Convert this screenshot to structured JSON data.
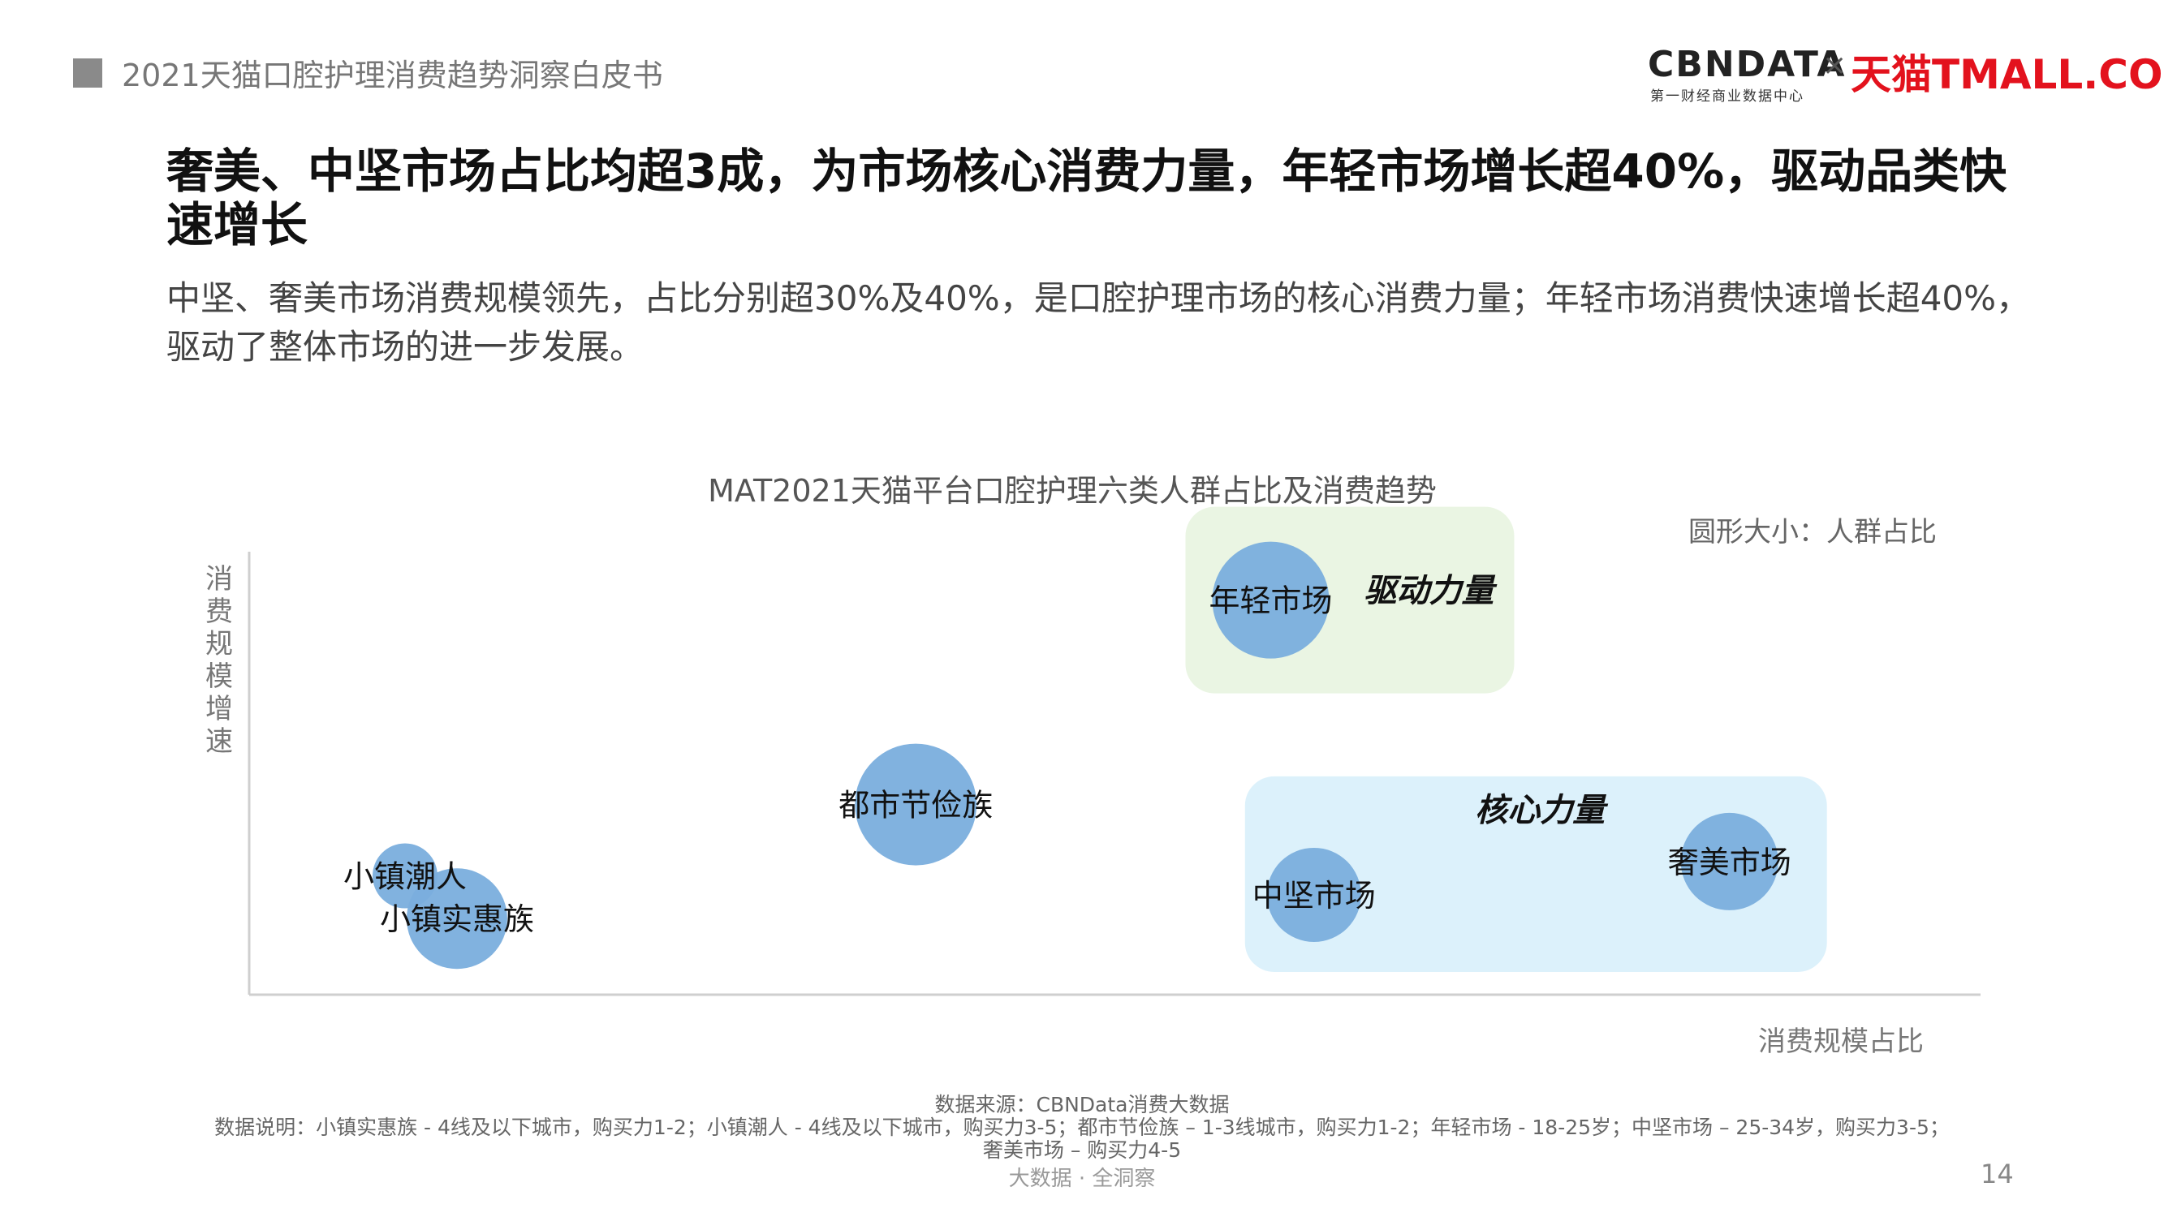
{
  "header": {
    "title": "2021天猫口腔护理消费趋势洞察白皮书",
    "logo_cbn": "CBNDATA",
    "logo_cbn_sub": "第一财经商业数据中心",
    "logo_x": "×",
    "logo_tmall": "天猫TMALL.COM"
  },
  "main_title": "奢美、中坚市场占比均超3成，为市场核心消费力量，年轻市场增长超40%，驱动品类快速增长",
  "subtitle": "中坚、奢美市场消费规模领先，占比分别超30%及40%，是口腔护理市场的核心消费力量；年轻市场消费快速增长超40%，驱动了整体市场的进一步发展。",
  "chart_data": {
    "type": "bubble",
    "title": "MAT2021天猫平台口腔护理六类人群占比及消费趋势",
    "size_note": "圆形大小：人群占比",
    "xlabel": "消费规模占比",
    "ylabel": "消费规模增速",
    "groups": [
      {
        "label": "驱动力量",
        "color": "#eaf5e3",
        "members": [
          "年轻市场"
        ]
      },
      {
        "label": "核心力量",
        "color": "#dcf1fb",
        "members": [
          "中坚市场",
          "奢美市场"
        ]
      }
    ],
    "bubble_color": "#7aaedd",
    "series": [
      {
        "name": "小镇潮人",
        "x": 0.09,
        "y": 0.25
      },
      {
        "name": "小镇实惠族",
        "x": 0.12,
        "y": 0.16
      },
      {
        "name": "都市节俭族",
        "x": 0.385,
        "y": 0.4
      },
      {
        "name": "年轻市场",
        "x": 0.59,
        "y": 0.83
      },
      {
        "name": "中坚市场",
        "x": 0.615,
        "y": 0.21
      },
      {
        "name": "奢美市场",
        "x": 0.855,
        "y": 0.28
      }
    ]
  },
  "footer": {
    "source": "数据来源：CBNData消费大数据",
    "note_line1": "数据说明：小镇实惠族 - 4线及以下城市，购买力1-2；小镇潮人 - 4线及以下城市，购买力3-5；都市节俭族 – 1-3线城市，购买力1-2；年轻市场 - 18-25岁；中坚市场 – 25-34岁，购买力3-5；",
    "note_line2": "奢美市场 – 购买力4-5",
    "slogan": "大数据 · 全洞察",
    "page_number": "14"
  }
}
